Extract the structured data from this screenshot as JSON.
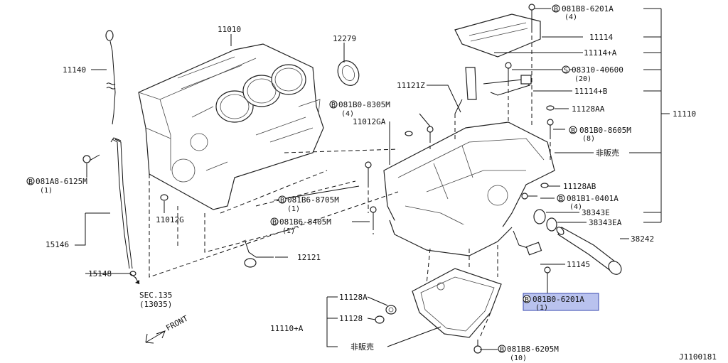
{
  "parts": {
    "p11010": "11010",
    "p12279": "12279",
    "p11140": "11140",
    "p081A8_6125M": "081A8-6125M",
    "p081A8_6125M_qty": "(1)",
    "p15146": "15146",
    "p15148": "15148",
    "sec": "SEC.135",
    "sec_ref": "(13035)",
    "front": "FRONT",
    "p11012G": "11012G",
    "p11121Z": "11121Z",
    "p081B0_8305M": "081B0-8305M",
    "p081B0_8305M_qty": "(4)",
    "p11012GA": "11012GA",
    "p081B6_8705M": "081B6-8705M",
    "p081B6_8705M_qty": "(1)",
    "p081B6_8405M": "081B6-8405M",
    "p081B6_8405M_qty": "(1)",
    "p12121": "12121",
    "p11128A": "11128A",
    "p11128": "11128",
    "p11110A": "11110+A",
    "not_for_sale_1": "非販売",
    "not_for_sale_2": "非販売",
    "p081B8_6205M": "081B8-6205M",
    "p081B8_6205M_qty": "(10)",
    "p081B8_6201A": "081B8-6201A",
    "p081B8_6201A_qty": "(4)",
    "p11114": "11114",
    "p11114A": "11114+A",
    "p08310_40600": "08310-40600",
    "p08310_40600_qty": "(20)",
    "p11114B": "11114+B",
    "p11128AA": "11128AA",
    "p081B0_8605M": "081B0-8605M",
    "p081B0_8605M_qty": "(8)",
    "p11110": "11110",
    "p11128AB": "11128AB",
    "p081B1_0401A": "081B1-0401A",
    "p081B1_0401A_qty": "(4)",
    "p38343E": "38343E",
    "p38343EA": "38343EA",
    "p38242": "38242",
    "p11145": "11145",
    "p081B0_6201A": "081B0-6201A",
    "p081B0_6201A_qty": "(1)",
    "figure_id": "J1100181",
    "b_mark": "B",
    "s_mark": "S"
  },
  "colors": {
    "line": "#111111",
    "highlight_fill": "#b9c2ee",
    "highlight_border": "#3a4bb0"
  }
}
